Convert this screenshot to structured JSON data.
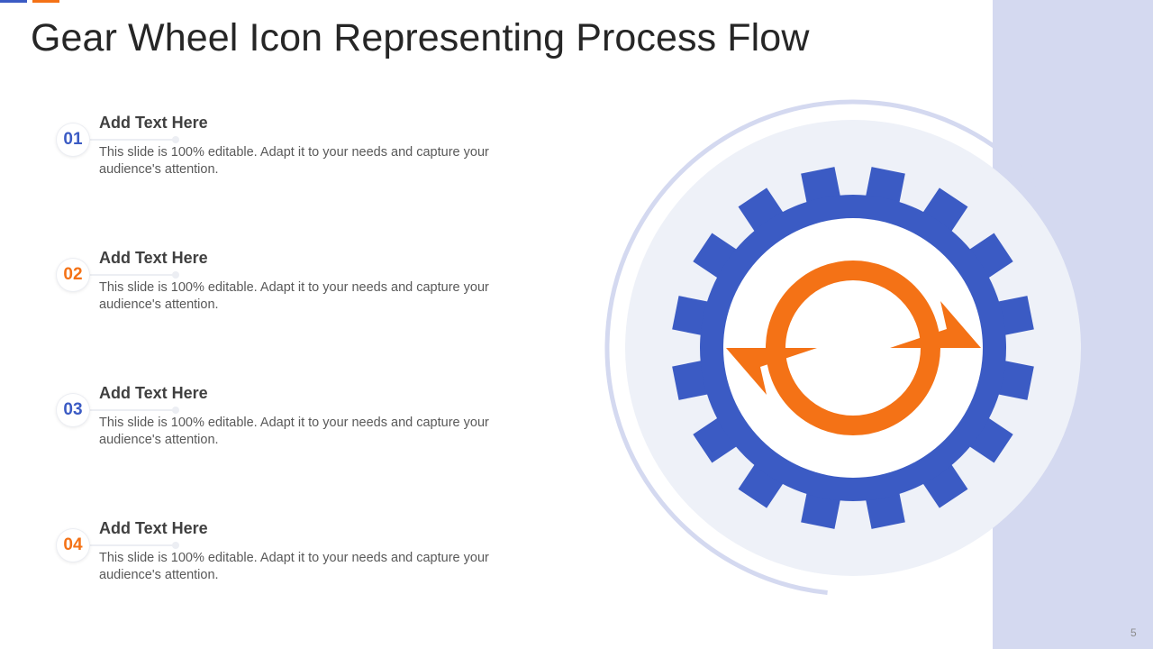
{
  "slide": {
    "title": "Gear Wheel Icon Representing Process Flow",
    "page_number": "5"
  },
  "items": [
    {
      "number": "01",
      "title": "Add Text Here",
      "description": "This slide is 100% editable. Adapt it to your needs and capture your audience's attention.",
      "accent": "blue"
    },
    {
      "number": "02",
      "title": "Add Text Here",
      "description": "This slide is 100% editable. Adapt it to your needs and capture your audience's attention.",
      "accent": "orange"
    },
    {
      "number": "03",
      "title": "Add Text Here",
      "description": "This slide is 100% editable. Adapt it to your needs and capture your audience's attention.",
      "accent": "blue"
    },
    {
      "number": "04",
      "title": "Add Text Here",
      "description": "This slide is 100% editable. Adapt it to your needs and capture your audience's attention.",
      "accent": "orange"
    }
  ],
  "graphic": {
    "icon": "gear-with-refresh-arrows-icon",
    "gear_color": "#3b5bc4",
    "arrow_color": "#f47216",
    "disc_color": "#eef1f8",
    "ring_color": "#d4d9f0"
  },
  "colors": {
    "blue": "#3b5bc4",
    "orange": "#f47216",
    "side_panel": "#d4d9f0"
  }
}
